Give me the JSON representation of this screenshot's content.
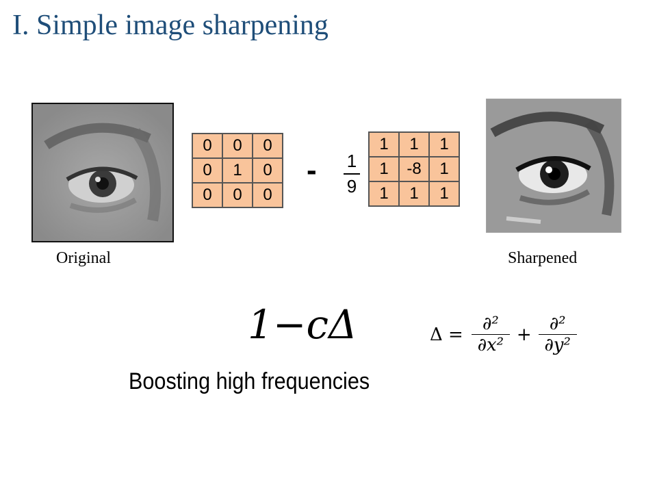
{
  "slide": {
    "title": "I. Simple image sharpening",
    "captions": {
      "original": "Original",
      "sharpened": "Sharpened"
    },
    "kernel_identity": [
      [
        "0",
        "0",
        "0"
      ],
      [
        "0",
        "1",
        "0"
      ],
      [
        "0",
        "0",
        "0"
      ]
    ],
    "operator": "-",
    "fraction": {
      "numerator": "1",
      "denominator": "9"
    },
    "kernel_laplacian": [
      [
        "1",
        "1",
        "1"
      ],
      [
        "1",
        "-8",
        "1"
      ],
      [
        "1",
        "1",
        "1"
      ]
    ],
    "formula_main": "1−cΔ",
    "formula_laplace": {
      "lhs": "Δ =",
      "term1_num": "∂²",
      "term1_den": "∂x²",
      "plus": "+",
      "term2_num": "∂²",
      "term2_den": "∂y²"
    },
    "tagline": "Boosting high frequencies",
    "colors": {
      "title": "#1f4e79",
      "kernel_fill": "#f9c49b"
    }
  }
}
